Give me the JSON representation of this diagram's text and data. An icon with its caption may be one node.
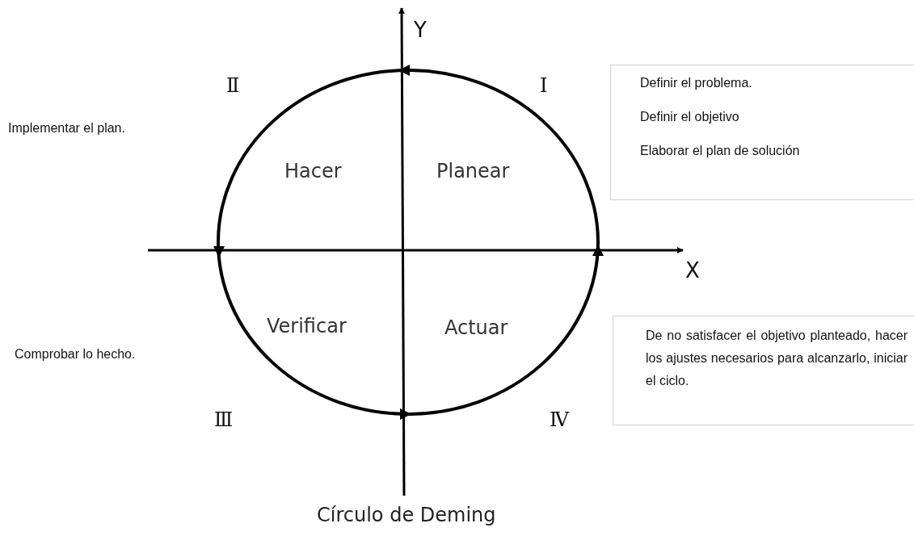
{
  "diagram": {
    "caption": "Círculo de Deming",
    "nodes": [
      {
        "text": [
          "Definir el problema.",
          "Definir el objetivo",
          "Elaborar el plan de solución"
        ]
      },
      {
        "text": [
          "De no satisfacer el objetivo planteado, hacer los ajustes necesarios para alcanzarlo, iniciar el ciclo."
        ]
      }
    ],
    "edges": [],
    "labels": [
      "Y",
      "Ⅱ",
      "Ⅰ",
      "Implementar el plan.",
      "Hacer",
      "Planear",
      "X",
      "Verificar",
      "Actuar",
      "Comprobar lo hecho.",
      "Ⅲ",
      "Ⅳ"
    ]
  }
}
